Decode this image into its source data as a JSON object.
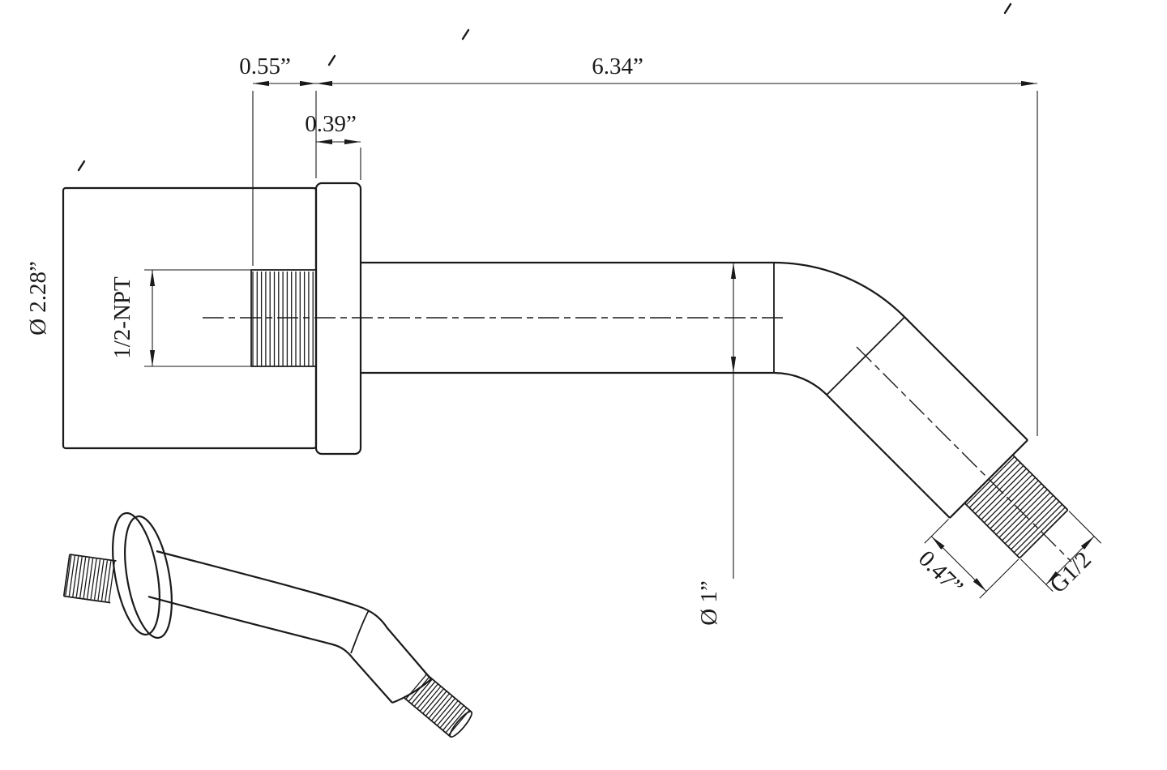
{
  "drawing": {
    "line_color": "#1a1a1a",
    "background_color": "#ffffff",
    "dimensions": {
      "offset": "0.55”",
      "arm_length": "6.34”",
      "flange_depth": "0.39”",
      "flange_diameter": "Ø 2.28”",
      "wall_thread": "1/2-NPT",
      "pipe_diameter": "Ø 1”",
      "thread_length": "0.47”",
      "outlet_thread": "G1/2"
    }
  }
}
